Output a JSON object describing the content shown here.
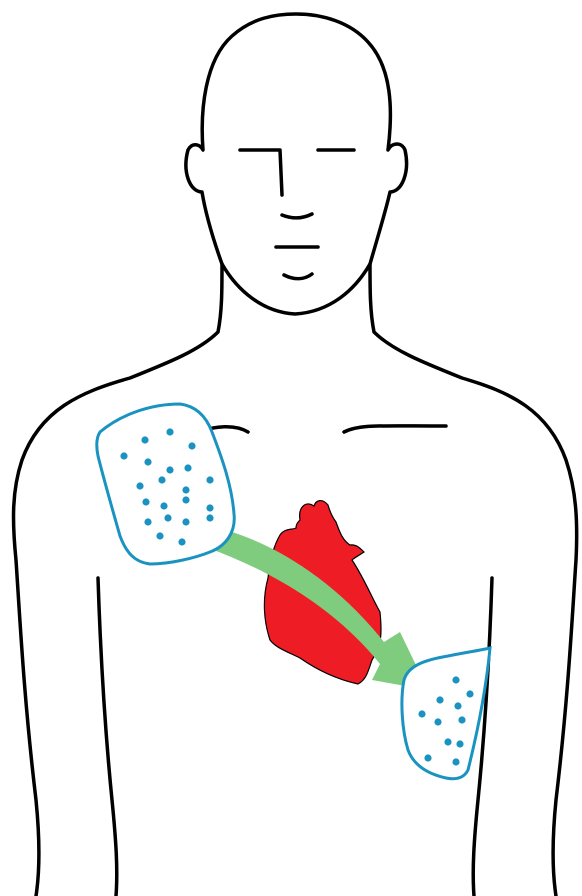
{
  "diagram": {
    "subject": "human-torso-outline",
    "elements": [
      {
        "name": "head-outline",
        "icon": "head-icon"
      },
      {
        "name": "torso-outline",
        "icon": "torso-icon"
      },
      {
        "name": "heart",
        "icon": "heart-icon"
      },
      {
        "name": "upper-right-chest-pad",
        "icon": "defibrillator-pad-icon"
      },
      {
        "name": "lower-left-side-pad",
        "icon": "defibrillator-pad-icon"
      },
      {
        "name": "current-path-arrow",
        "icon": "arrow-icon"
      }
    ],
    "colors": {
      "outline": "#000000",
      "heart_fill": "#ee1c25",
      "pad_stroke": "#1a93c0",
      "pad_dots": "#1a93c0",
      "arrow_fill": "#7fcc7f",
      "background": "#ffffff"
    }
  }
}
